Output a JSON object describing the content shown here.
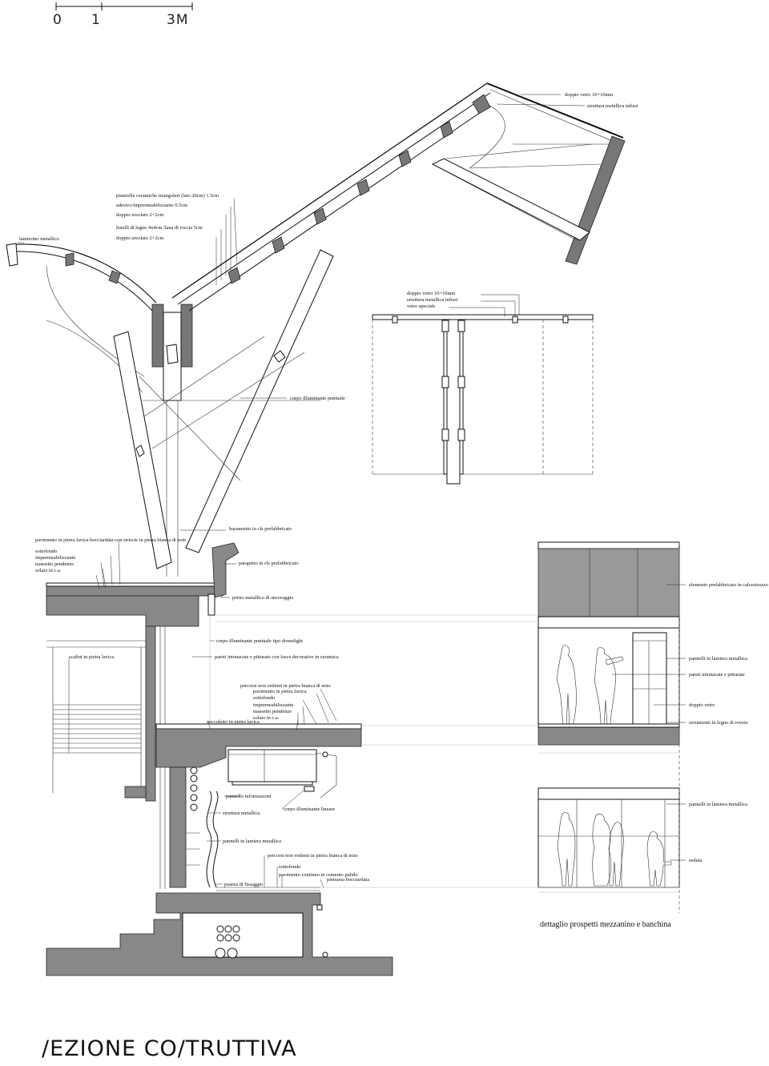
{
  "scale_bar": {
    "labels": [
      "0",
      "1",
      "3M"
    ]
  },
  "title": "/EZIONE CO/TRUTTIVA",
  "roof_labels": [
    "doppio vetro 10+10mm",
    "struttura metallica infissi",
    "piastrelle ceramiche triangolari (lato 20cm) 1.5cm",
    "adesivo/impermeabilizzante 0.5cm",
    "doppio tavolato 2+2cm",
    "listelli di legno 4x4cm /lana di roccia 5cm",
    "doppio tavolato 2+2cm",
    "lamierino metallico",
    "corpo illuminante puntuale"
  ],
  "glass_detail_labels": [
    "doppio vetro 10+10mm",
    "struttura metallica infissi",
    "vetro speciale"
  ],
  "upper_floor_labels": [
    "pavimento in pietra lavica bocciardata con striscie in pietra bianca di noto",
    "sottofondo",
    "impermeabilizzante",
    "massetto pendenze",
    "solaio in c.a.",
    "basamento in cls prefabbricato",
    "parapetto in cls prefabbricato",
    "perno metallico di ancoraggio",
    "corpo illuminante puntuale tipo downlight",
    "pareti intonacate e pitturate con fasce decorative in ceramica",
    "scalini in pietra lavica"
  ],
  "mezzanine_labels": [
    "percorsi non vedenti in pietra bianca di noto",
    "pavimento in pietra lavica",
    "sottofondo",
    "impermeabilizzante",
    "massetto pendenze",
    "solaio in c.a.",
    "zoccoletto in pietra lavica",
    "pannello informazioni",
    "corpo illuminante lineare",
    "struttura metallica",
    "pannelli in lamiera metallica",
    "percorsi non vedenti in pietra bianca di noto",
    "sottofondo",
    "pavimento continuo in cemento pulido",
    "pietrarsa bocciardata",
    "piastra di fissaggio"
  ],
  "elevation_labels": [
    "elemento prefabbricato in calcestruzzo",
    "pannelli in lamiera metallica",
    "pareti intonacate e pitturate",
    "doppio vetro",
    "serramenti in legno di rovere",
    "pannelli in lamiera metallica",
    "seduta"
  ],
  "elevation_caption": "dettaglio prospetti mezzanino e banchina"
}
